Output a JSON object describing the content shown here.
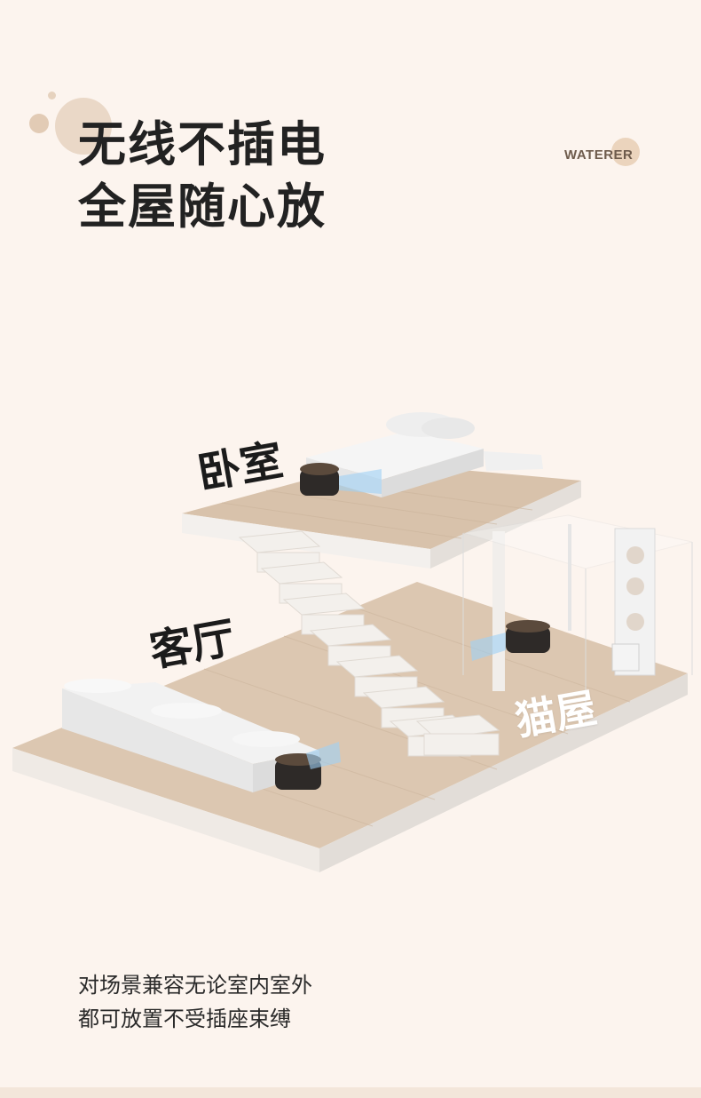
{
  "headline": {
    "line1": "无线不插电",
    "line2": "全屋随心放"
  },
  "brand_tag": "WATERER",
  "rooms": {
    "bedroom": "卧室",
    "living_room": "客厅",
    "cat_house": "猫屋"
  },
  "description": {
    "line1": "对场景兼容无论室内室外",
    "line2": "都可放置不受插座束缚"
  },
  "colors": {
    "background": "#fcf4ee",
    "accent_beige": "#ead8c7",
    "floor_wood": "#d9c4ad",
    "platform_white": "#f4f1ee"
  }
}
